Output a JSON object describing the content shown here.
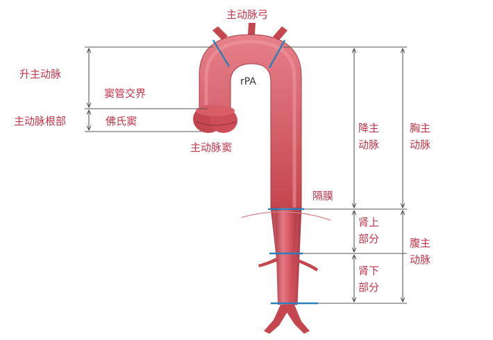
{
  "labels": {
    "aortic_arch": "主动脉弓",
    "ascending_aorta": "升主动脉",
    "sinotubular_junction": "窦管交界",
    "aortic_root": "主动脉根部",
    "sinus_of_valsalva": "佛氏窦",
    "aortic_sinus": "主动脉窦",
    "rpa": "rPA",
    "descending_line1": "降主",
    "descending_line2": "动脉",
    "thoracic_line1": "胸主",
    "thoracic_line2": "动脉",
    "diaphragm": "隔膜",
    "suprarenal_line1": "肾上",
    "suprarenal_line2": "部分",
    "infrarenal_line1": "肾下",
    "infrarenal_line2": "部分",
    "abdominal_line1": "腹主",
    "abdominal_line2": "动脉"
  },
  "colors": {
    "vessel": "#d4545f",
    "vessel_dark": "#a83a45",
    "vessel_light": "#e9838b",
    "label": "#c0344a",
    "separator": "#2a7fb8",
    "guide": "#555555"
  }
}
